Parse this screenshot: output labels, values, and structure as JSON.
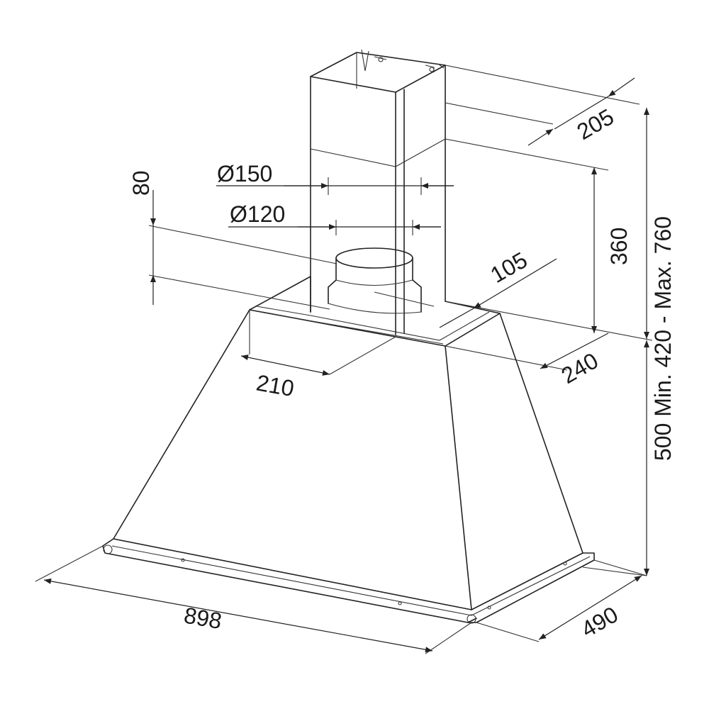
{
  "labels": {
    "depth_duct": "205",
    "height_total": "500 Min. 420 - Max. 760",
    "height_upper": "360",
    "outlet_150": "Ø150",
    "outlet_120": "Ø120",
    "collar": "80",
    "offset_105": "105",
    "offset_210": "210",
    "offset_240": "240",
    "width": "898",
    "depth": "490"
  },
  "colors": {
    "line": "#222222",
    "background": "#ffffff"
  }
}
